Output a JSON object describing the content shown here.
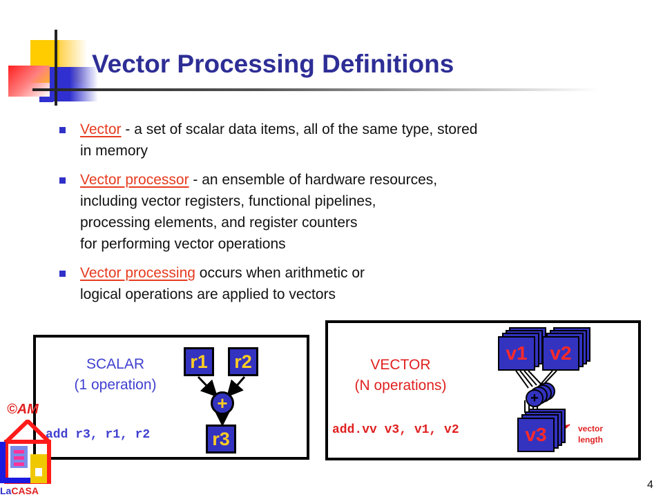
{
  "slide": {
    "title": "Vector Processing Definitions",
    "page_number": "4",
    "colors": {
      "title": "#2e2e96",
      "term": "#e63a1e",
      "bullet": "#3030c8",
      "scalar_label": "#4040d0",
      "vector_label": "#e02020",
      "register_fill": "#3333c0",
      "register_text_scalar": "#ffcc22",
      "register_text_vector": "#ff2a2a"
    }
  },
  "bullets": [
    {
      "term": "Vector",
      "text": " - a set of scalar data items, all of the same type, stored in memory"
    },
    {
      "term": "Vector processor",
      "text": " - an ensemble of hardware resources, including vector registers, functional pipelines, processing elements, and register counters for performing vector operations"
    },
    {
      "term": "Vector processing",
      "text": " occurs when arithmetic or logical operations are applied to vectors"
    }
  ],
  "bullet_lines": {
    "b1": [
      "in memory"
    ],
    "b2": [
      "including vector registers, functional pipelines,",
      "processing elements, and register counters",
      "for performing vector operations"
    ],
    "b3": [
      "logical operations are applied to vectors"
    ]
  },
  "scalar_diagram": {
    "label_line1": "SCALAR",
    "label_line2": "(1 operation)",
    "instruction": "add r3, r1, r2",
    "registers": {
      "src1": "r1",
      "src2": "r2",
      "dst": "r3"
    },
    "operator": "+"
  },
  "vector_diagram": {
    "label_line1": "VECTOR",
    "label_line2": "(N operations)",
    "instruction": "add.vv v3, v1, v2",
    "registers": {
      "src1": "v1",
      "src2": "v2",
      "dst": "v3"
    },
    "operator": "+",
    "annotation_line1": "vector",
    "annotation_line2": "length"
  },
  "logo": {
    "copyright": "©AM",
    "name_prefix": "La",
    "name_suffix": "CASA"
  }
}
